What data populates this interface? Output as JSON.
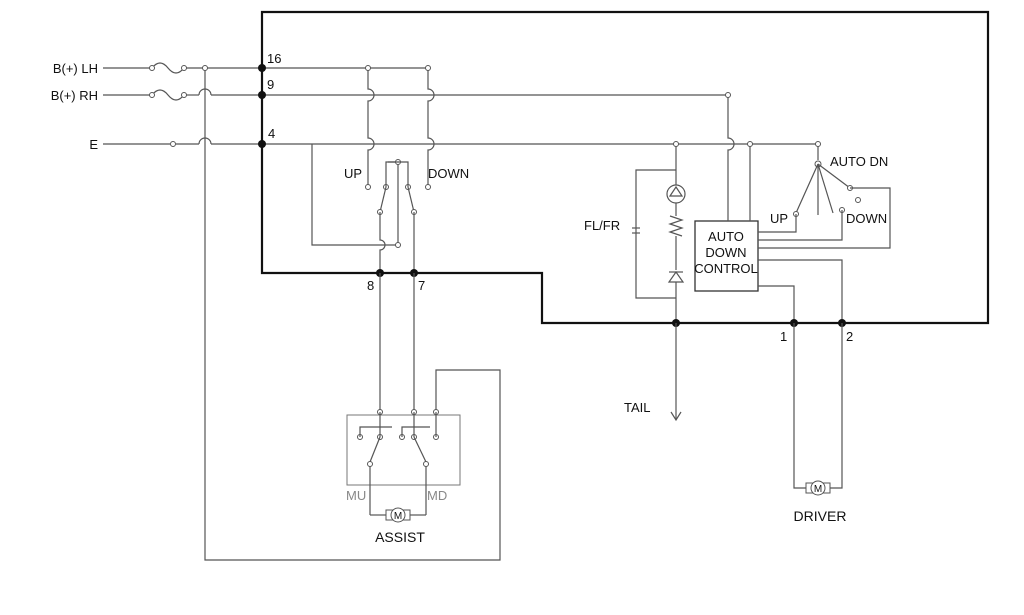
{
  "inputs": {
    "b_lh": "B(+) LH",
    "b_rh": "B(+) RH",
    "e": "E"
  },
  "pins": {
    "p16": "16",
    "p9": "9",
    "p4": "4",
    "p8": "8",
    "p7": "7",
    "p1": "1",
    "p2": "2"
  },
  "switch_labels": {
    "up": "UP",
    "down": "DOWN"
  },
  "lamp_label": "FL/FR",
  "controller": {
    "line1": "AUTO",
    "line2": "DOWN",
    "line3": "CONTROL"
  },
  "driver_switch": {
    "auto_dn": "AUTO DN",
    "up": "UP",
    "down": "DOWN"
  },
  "tail": "TAIL",
  "assist_switch": {
    "mu": "MU",
    "md": "MD"
  },
  "motor_symbol": "M",
  "motor_labels": {
    "assist": "ASSIST",
    "driver": "DRIVER"
  }
}
